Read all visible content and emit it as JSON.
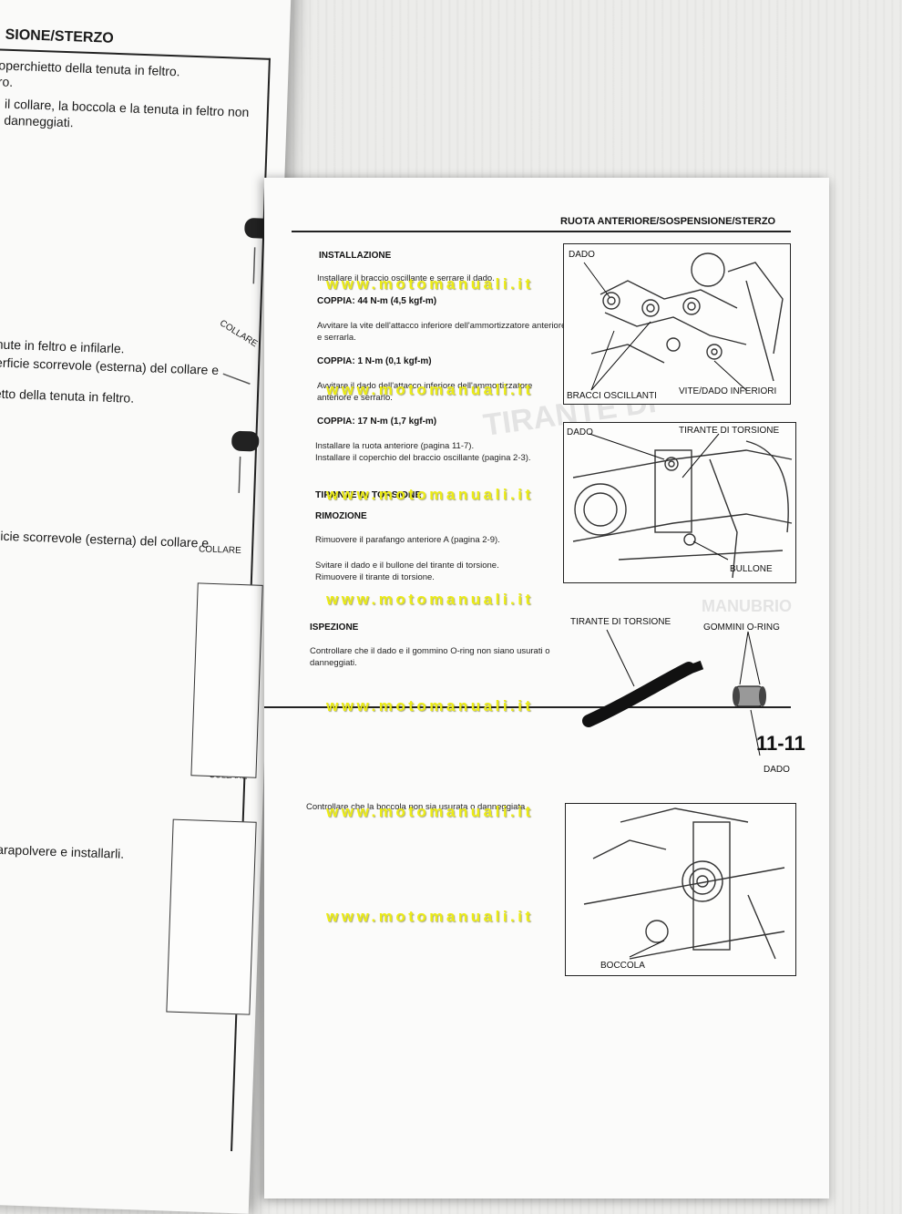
{
  "left_page": {
    "header": "SIONE/STERZO",
    "lines": [
      "operchietto della tenuta in feltro.",
      "ro.",
      "il collare, la boccola e la tenuta in feltro non",
      "danneggiati.",
      "nute in feltro e infilarle.",
      "erficie scorrevole (esterna) del collare e",
      "etto della tenuta in feltro.",
      "icie scorrevole (esterna) del collare e",
      "parapolvere e installarli."
    ],
    "figure_labels": [
      "COLLARE",
      "COLLARE",
      "COLLARE"
    ]
  },
  "right_page": {
    "header": "RUOTA ANTERIORE/SOSPENSIONE/STERZO",
    "installazione": {
      "title": "INSTALLAZIONE",
      "step1": "Installare il braccio oscillante e serrare il dado.",
      "torque1": "COPPIA: 44 N-m (4,5 kgf-m)",
      "step2": "Avvitare la vite dell'attacco inferiore dell'ammortizzatore anteriore e serrarla.",
      "torque2": "COPPIA: 1 N-m (0,1 kgf-m)",
      "step3": "Avvitare il dado dell'attacco inferiore dell'ammortizzatore anteriore e serrarlo.",
      "torque3": "COPPIA: 17 N-m (1,7 kgf-m)",
      "step4": "Installare la ruota anteriore (pagina 11-7).",
      "step5": "Installare il coperchio del braccio oscillante (pagina 2-3)."
    },
    "tirante": {
      "title": "TIRANTE DI TORSIONE",
      "rimozione_title": "RIMOZIONE",
      "step1": "Rimuovere il parafango anteriore A (pagina 2-9).",
      "step2": "Svitare il dado e il bullone del tirante di torsione.",
      "step3": "Rimuovere il tirante di torsione."
    },
    "ispezione": {
      "title": "ISPEZIONE",
      "text": "Controllare che il dado e il gommino O-ring non siano usurati o danneggiati."
    },
    "boccola_text": "Controllare che la boccola non sia usurata o danneggiata.",
    "figures": {
      "fig1": {
        "label_a": "DADO",
        "label_b": "BRACCI OSCILLANTI",
        "label_c": "VITE/DADO INFERIORI"
      },
      "fig2": {
        "label_a": "DADO",
        "label_b": "TIRANTE DI TORSIONE",
        "label_c": "BULLONE"
      },
      "fig3": {
        "label_a": "TIRANTE DI TORSIONE",
        "label_b": "GOMMINI O-RING",
        "label_c": "DADO"
      },
      "fig4": {
        "label_a": "BOCCOLA"
      }
    },
    "page_number": "11-11"
  },
  "watermark": "www.motomanuali.it"
}
